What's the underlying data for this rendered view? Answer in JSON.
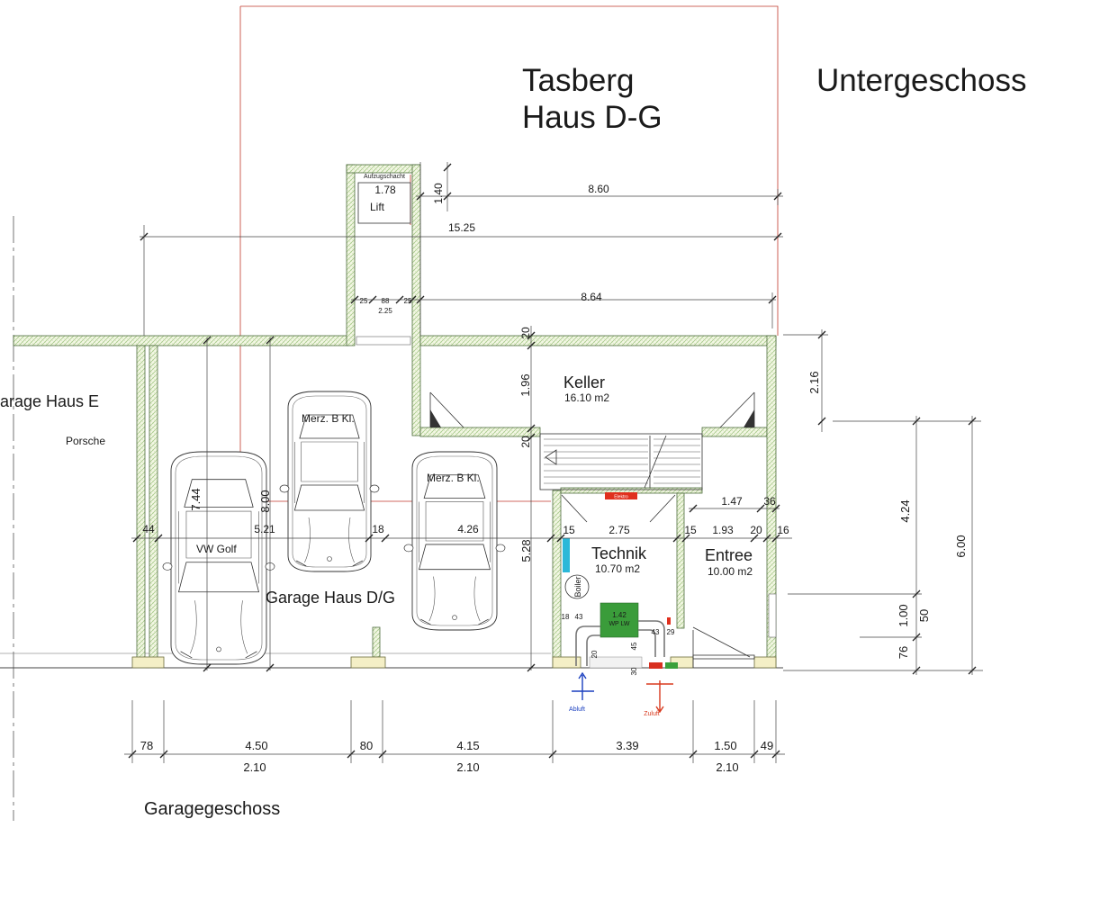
{
  "title": {
    "line1": "Tasberg",
    "line2": "Haus D-G"
  },
  "floor_label": "Untergeschoss",
  "level_label": "Garagegeschoss",
  "rooms": {
    "keller": {
      "name": "Keller",
      "area": "16.10 m2"
    },
    "technik": {
      "name": "Technik",
      "area": "10.70 m2"
    },
    "entree": {
      "name": "Entree",
      "area": "10.00 m2"
    },
    "garage_dg": "Garage Haus D/G",
    "garage_e": "arage Haus E"
  },
  "lift": {
    "shaft": "Aufzugschacht",
    "name": "Lift",
    "width": "1.78",
    "depth": "1.40"
  },
  "cars": {
    "porsche": "Porsche",
    "merz_1": "Merz. B Kl.",
    "merz_2": "Merz. B Kl.",
    "golf": "VW Golf"
  },
  "equipment": {
    "electrical": "Elektro",
    "boiler": "Boiler",
    "heat_pump_size": "1.42",
    "heat_pump": "WP LW",
    "exhaust": "Abluft",
    "supply": "Zuluft"
  },
  "dimensions": {
    "top": {
      "lift_to_east": "8.60",
      "overall": "15.25",
      "keller_width": "8.64"
    },
    "lift_wall": [
      "25",
      "88",
      "25"
    ],
    "lift_total": "2.25",
    "vertical_keller": {
      "wall_top": "20",
      "keller_depth": "1.96",
      "wall_mid": "20",
      "garage_depth": "5.28"
    },
    "garage_depth": {
      "golf": "7.44",
      "total": "8.00"
    },
    "garage_row": [
      "44",
      "5.21",
      "18",
      "4.26"
    ],
    "technik_row": [
      "15",
      "2.75",
      "15",
      "1.93",
      "20",
      "16"
    ],
    "entree_row": [
      "1.47",
      "36"
    ],
    "right": {
      "keller": "2.16",
      "entree": "4.24",
      "total": "6.00",
      "window": "1.00",
      "sill": "50",
      "base": "76"
    },
    "equipment": [
      "18",
      "43",
      "43",
      "45",
      "29",
      "20",
      "30"
    ],
    "bottom_widths": [
      "78",
      "4.50",
      "80",
      "4.15",
      "3.39",
      "1.50",
      "49"
    ],
    "bottom_doors": [
      "2.10",
      "2.10",
      "2.10"
    ]
  },
  "colors": {
    "wall_hatch": "#9cc27e",
    "outline_red": "#c0392b",
    "electrical": "#e0301e",
    "heat_pump": "#3a9c3a",
    "exhaust": "#1a3fbf",
    "supply": "#d83a1e"
  }
}
